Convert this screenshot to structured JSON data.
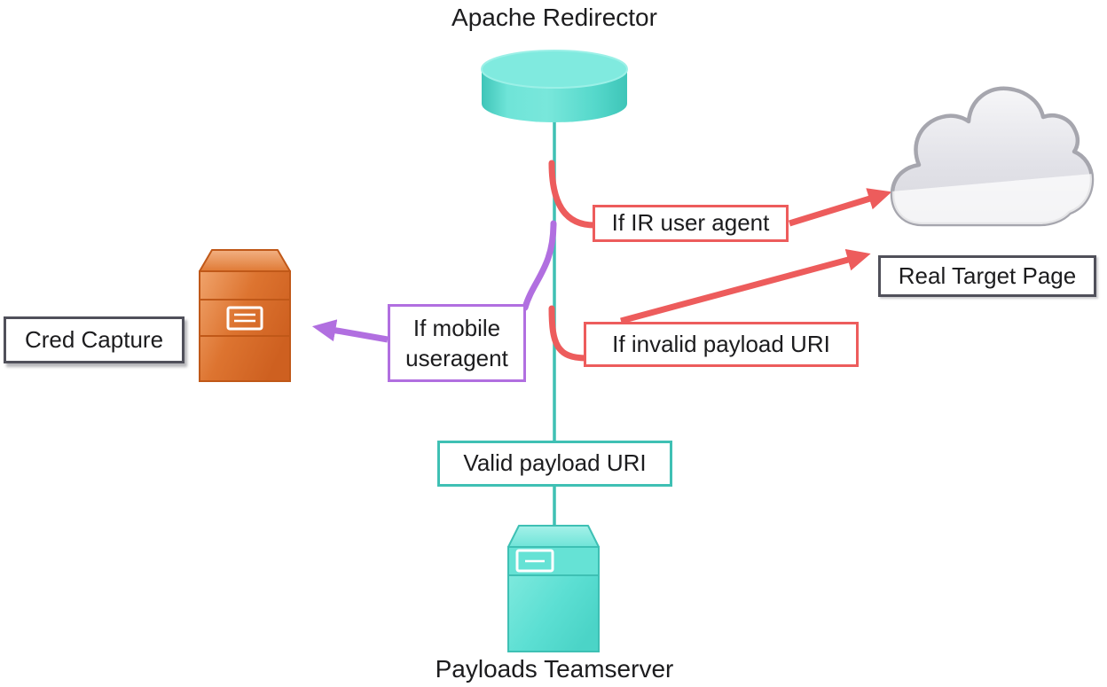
{
  "colors": {
    "teal": "#3FC0B4",
    "teal_fill": "#5CDFD3",
    "teal_fill_light": "#8FEDE3",
    "red": "#ED5C5C",
    "purple": "#B16FE0",
    "orange": "#D96E2C",
    "orange_dark": "#C05818",
    "orange_light": "#F0A36B",
    "dark_border": "#50505A",
    "cloud_border": "#A6A6AE",
    "text": "#1C1C1E",
    "background": "#FFFFFF"
  },
  "nodes": {
    "apache_redirector": {
      "label": "Apache Redirector",
      "icon": "database-cylinder-icon"
    },
    "internet": {
      "icon": "cloud-icon"
    },
    "real_target_page": {
      "label": "Real Target Page"
    },
    "cred_capture": {
      "label": "Cred Capture",
      "icon": "server-box-orange-icon"
    },
    "payloads_teamserver": {
      "label": "Payloads Teamserver",
      "icon": "server-box-teal-icon"
    }
  },
  "edges": {
    "if_ir_user_agent": {
      "label": "If IR user agent",
      "from": "apache_redirector",
      "to": "internet",
      "color": "#ED5C5C"
    },
    "if_invalid_payload_uri": {
      "label": "If invalid payload URI",
      "from": "apache_redirector",
      "to": "real_target_page",
      "color": "#ED5C5C"
    },
    "if_mobile_useragent": {
      "label": "If mobile useragent",
      "from": "apache_redirector",
      "to": "cred_capture",
      "color": "#B16FE0"
    },
    "valid_payload_uri": {
      "label": "Valid payload URI",
      "from": "apache_redirector",
      "to": "payloads_teamserver",
      "color": "#3FC0B4"
    }
  }
}
